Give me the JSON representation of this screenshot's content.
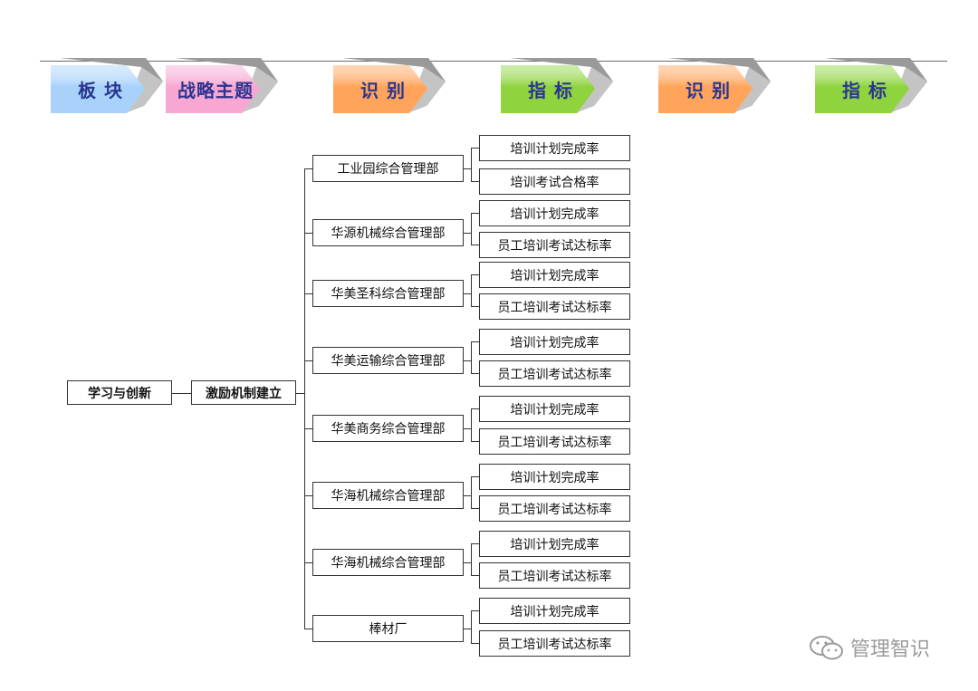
{
  "header": {
    "chevrons": [
      {
        "label": "板 块",
        "color": "#a9d2fb"
      },
      {
        "label": "战略主题",
        "color": "#f8a6d2"
      },
      {
        "label": "识 别",
        "color": "#ffa45a"
      },
      {
        "label": "指 标",
        "color": "#8fd43e"
      },
      {
        "label": "识 别",
        "color": "#ffa45a"
      },
      {
        "label": "指 标",
        "color": "#8fd43e"
      }
    ]
  },
  "tree": {
    "board": "学习与创新",
    "theme": "激励机制建立",
    "departments": [
      {
        "name": "工业园综合管理部",
        "indicators": [
          "培训计划完成率",
          "培训考试合格率"
        ]
      },
      {
        "name": "华源机械综合管理部",
        "indicators": [
          "培训计划完成率",
          "员工培训考试达标率"
        ]
      },
      {
        "name": "华美圣科综合管理部",
        "indicators": [
          "培训计划完成率",
          "员工培训考试达标率"
        ]
      },
      {
        "name": "华美运输综合管理部",
        "indicators": [
          "培训计划完成率",
          "员工培训考试达标率"
        ]
      },
      {
        "name": "华美商务综合管理部",
        "indicators": [
          "培训计划完成率",
          "员工培训考试达标率"
        ]
      },
      {
        "name": "华海机械综合管理部",
        "indicators": [
          "培训计划完成率",
          "员工培训考试达标率"
        ]
      },
      {
        "name": "华海机械综合管理部",
        "indicators": [
          "培训计划完成率",
          "员工培训考试达标率"
        ]
      },
      {
        "name": "棒材厂",
        "indicators": [
          "培训计划完成率",
          "员工培训考试达标率"
        ]
      }
    ]
  },
  "watermark": {
    "text": "管理智识",
    "icon": "wechat-icon"
  }
}
